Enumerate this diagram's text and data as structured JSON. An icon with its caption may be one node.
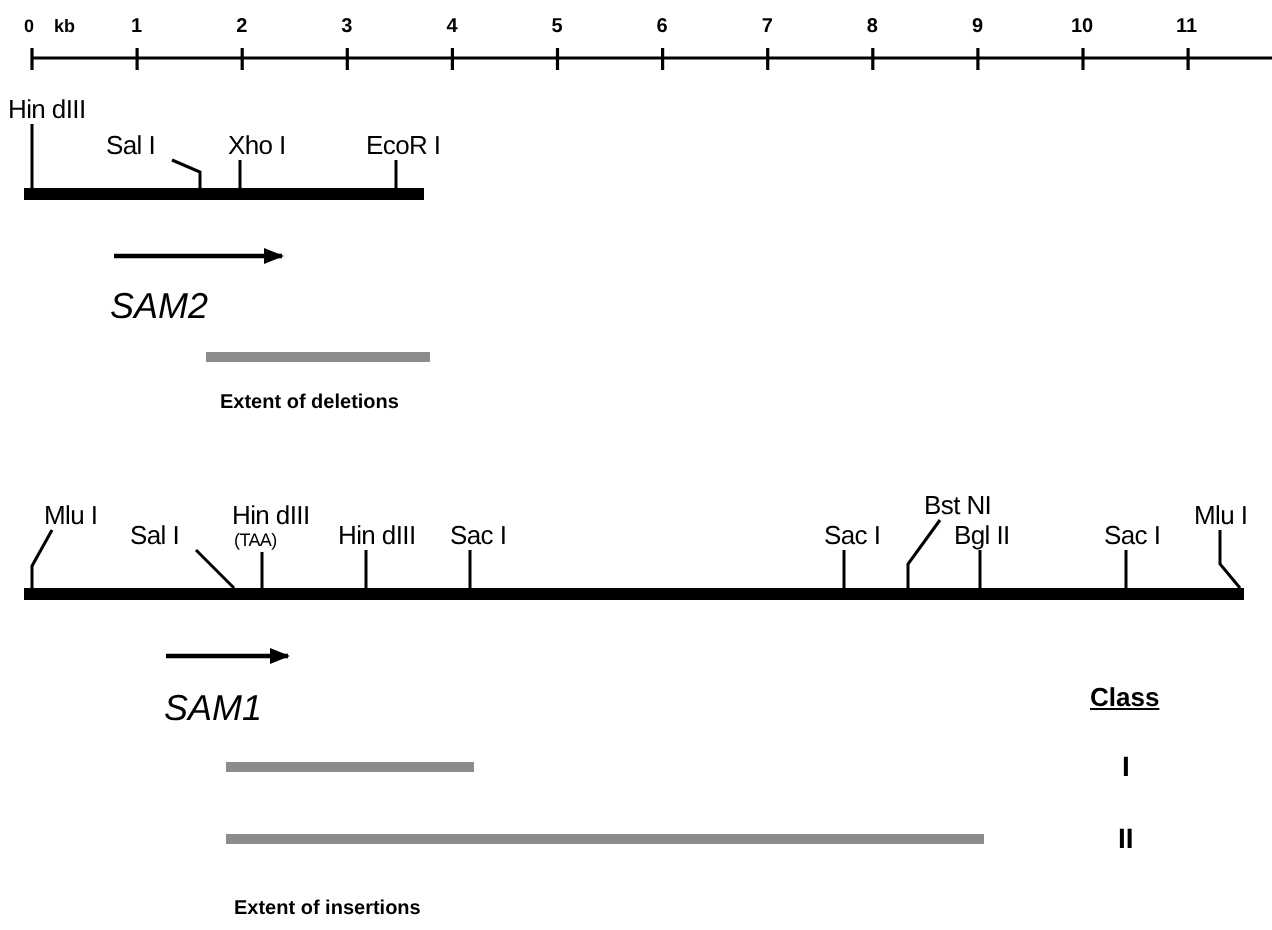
{
  "diagram": {
    "nodes": [
      {
        "text": [],
        "shape": "bar"
      },
      {
        "text": [
          "Hin dIII"
        ]
      },
      {
        "text": [
          "Sal I"
        ]
      },
      {
        "text": [
          "Xho I"
        ]
      },
      {
        "text": [
          "EcoR I"
        ]
      },
      {
        "text": [],
        "shape": "bar"
      },
      {
        "text": [
          "Mlu I"
        ]
      },
      {
        "text": [
          "Sal I"
        ]
      },
      {
        "text": [
          "Hin dIII",
          "(TAA)"
        ]
      },
      {
        "text": [
          "Hin dIII"
        ]
      },
      {
        "text": [
          "Sac I"
        ]
      },
      {
        "text": [
          "Sac I"
        ]
      },
      {
        "text": [
          "Bst NI"
        ]
      },
      {
        "text": [
          "Bgl II"
        ]
      },
      {
        "text": [
          "Sac I"
        ]
      },
      {
        "text": [
          "Mlu I"
        ]
      }
    ],
    "edges": [
      {
        "from": 1,
        "to": 0,
        "arrow": "none"
      },
      {
        "from": 2,
        "to": 0,
        "arrow": "none"
      },
      {
        "from": 3,
        "to": 0,
        "arrow": "none"
      },
      {
        "from": 4,
        "to": 0,
        "arrow": "none"
      },
      {
        "from": 6,
        "to": 5,
        "arrow": "none"
      },
      {
        "from": 7,
        "to": 5,
        "arrow": "none"
      },
      {
        "from": 8,
        "to": 5,
        "arrow": "none"
      },
      {
        "from": 9,
        "to": 5,
        "arrow": "none"
      },
      {
        "from": 10,
        "to": 5,
        "arrow": "none"
      },
      {
        "from": 11,
        "to": 5,
        "arrow": "none"
      },
      {
        "from": 12,
        "to": 5,
        "arrow": "none"
      },
      {
        "from": 13,
        "to": 5,
        "arrow": "none"
      },
      {
        "from": 14,
        "to": 5,
        "arrow": "none"
      },
      {
        "from": 15,
        "to": 5,
        "arrow": "none"
      }
    ],
    "labels": [
      "0",
      "kb",
      "1",
      "2",
      "3",
      "4",
      "5",
      "6",
      "7",
      "8",
      "9",
      "10",
      "11",
      "SAM2",
      "Extent of deletions",
      "SAM1",
      "Class",
      "I",
      "II",
      "Extent of insertions"
    ]
  }
}
